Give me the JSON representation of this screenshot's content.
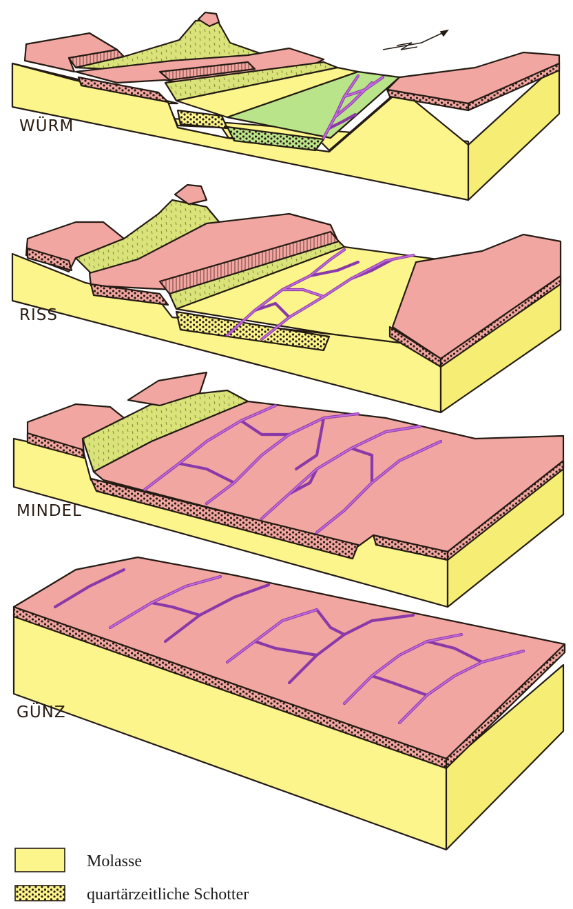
{
  "blocks": [
    {
      "label": "WÜRM"
    },
    {
      "label": "RISS"
    },
    {
      "label": "MINDEL"
    },
    {
      "label": "GÜNZ"
    }
  ],
  "legend": [
    {
      "label": "Molasse",
      "swatch": "molasse"
    },
    {
      "label": "quartärzeitliche Schotter",
      "swatch": "schotter"
    }
  ],
  "north_arrow_icon": "north-arrow-icon",
  "colors": {
    "molasse": "#fbf58c",
    "molasse_side": "#f6ee74",
    "terrace": "#f2a6a1",
    "slope": "#d9e37a",
    "wurm_plain": "#b9e48a",
    "river": "#b24fd0",
    "gravel": "#2b1c14",
    "outline": "#241b14"
  }
}
